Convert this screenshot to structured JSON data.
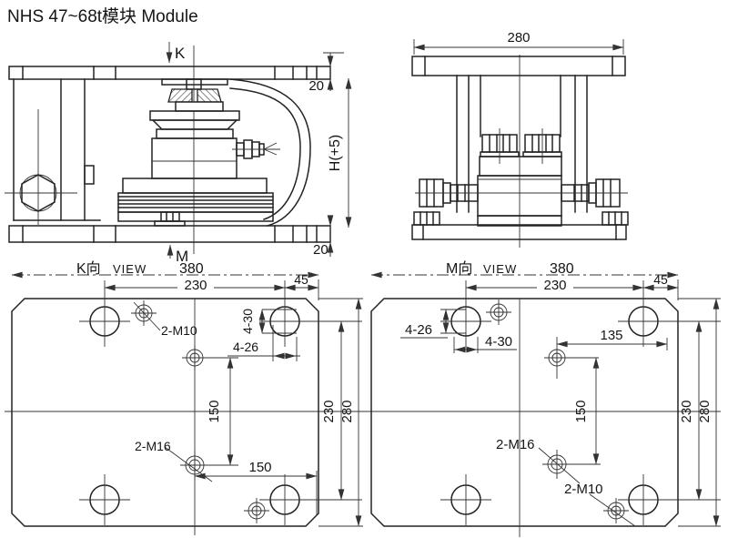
{
  "title": "NHS 47~68t模块  Module",
  "side_view": {
    "section_k": "K",
    "section_m": "M",
    "top_plate_thickness": "20",
    "bottom_plate_thickness": "20",
    "height_dim": "H(+5)"
  },
  "front_view": {
    "width_dim": "280"
  },
  "k_view": {
    "title_cn": "K向",
    "title_en": "VIEW",
    "total_width": "380",
    "hole_span_h": "230",
    "edge_offset": "45",
    "bore_outer": "4-30",
    "bore_inner": "4-26",
    "thread_m10": "2-M10",
    "center_v": "150",
    "center_h": "150",
    "thread_m16": "2-M16",
    "hole_span_v": "230",
    "total_height": "280"
  },
  "m_view": {
    "title_cn": "M向",
    "title_en": "VIEW",
    "total_width": "380",
    "hole_span_h": "230",
    "edge_offset": "45",
    "bore_inner": "4-26",
    "bore_outer": "4-30",
    "center_offset": "135",
    "center_v": "150",
    "thread_m16": "2-M16",
    "thread_m10": "2-M10",
    "hole_span_v": "230",
    "total_height": "280"
  }
}
